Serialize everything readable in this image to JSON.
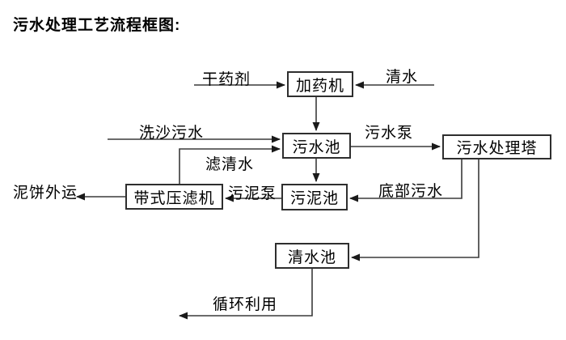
{
  "page": {
    "title": "污水处理工艺流程框图:"
  },
  "nodes": {
    "dosing_machine": {
      "label": "加药机"
    },
    "sewage_pool": {
      "label": "污水池"
    },
    "sludge_pool": {
      "label": "污泥池"
    },
    "belt_filter_press": {
      "label": "带式压滤机"
    },
    "treatment_tower": {
      "label": "污水处理塔"
    },
    "clean_water_pool": {
      "label": "清水池"
    }
  },
  "flow_labels": {
    "dry_agent": "干药剂",
    "clean_water": "清水",
    "sand_washing_sewage": "洗沙污水",
    "sewage_pump": "污水泵",
    "filtered_water": "滤清水",
    "sludge_pump": "污泥泵",
    "bottom_sewage": "底部污水",
    "mud_cake_out": "泥饼外运",
    "recycle_use": "循环利用"
  },
  "edges": [
    {
      "from": "干药剂",
      "to": "加药机",
      "label": ""
    },
    {
      "from": "清水",
      "to": "加药机",
      "label": ""
    },
    {
      "from": "加药机",
      "to": "污水池",
      "label": ""
    },
    {
      "from": "洗沙污水",
      "to": "污水池",
      "label": ""
    },
    {
      "from": "带式压滤机",
      "to": "污水池",
      "label": "滤清水"
    },
    {
      "from": "污水池",
      "to": "污水处理塔",
      "label": "污水泵"
    },
    {
      "from": "污水池",
      "to": "污泥池",
      "label": ""
    },
    {
      "from": "污水处理塔",
      "to": "污泥池",
      "label": "底部污水"
    },
    {
      "from": "污泥池",
      "to": "带式压滤机",
      "label": "污泥泵"
    },
    {
      "from": "带式压滤机",
      "to": "泥饼外运",
      "label": ""
    },
    {
      "from": "污水处理塔",
      "to": "清水池",
      "label": ""
    },
    {
      "from": "清水池",
      "to": "循环利用",
      "label": ""
    }
  ],
  "colors": {
    "background": "#ffffff",
    "line": "#3a3a3a",
    "text": "#000000"
  }
}
